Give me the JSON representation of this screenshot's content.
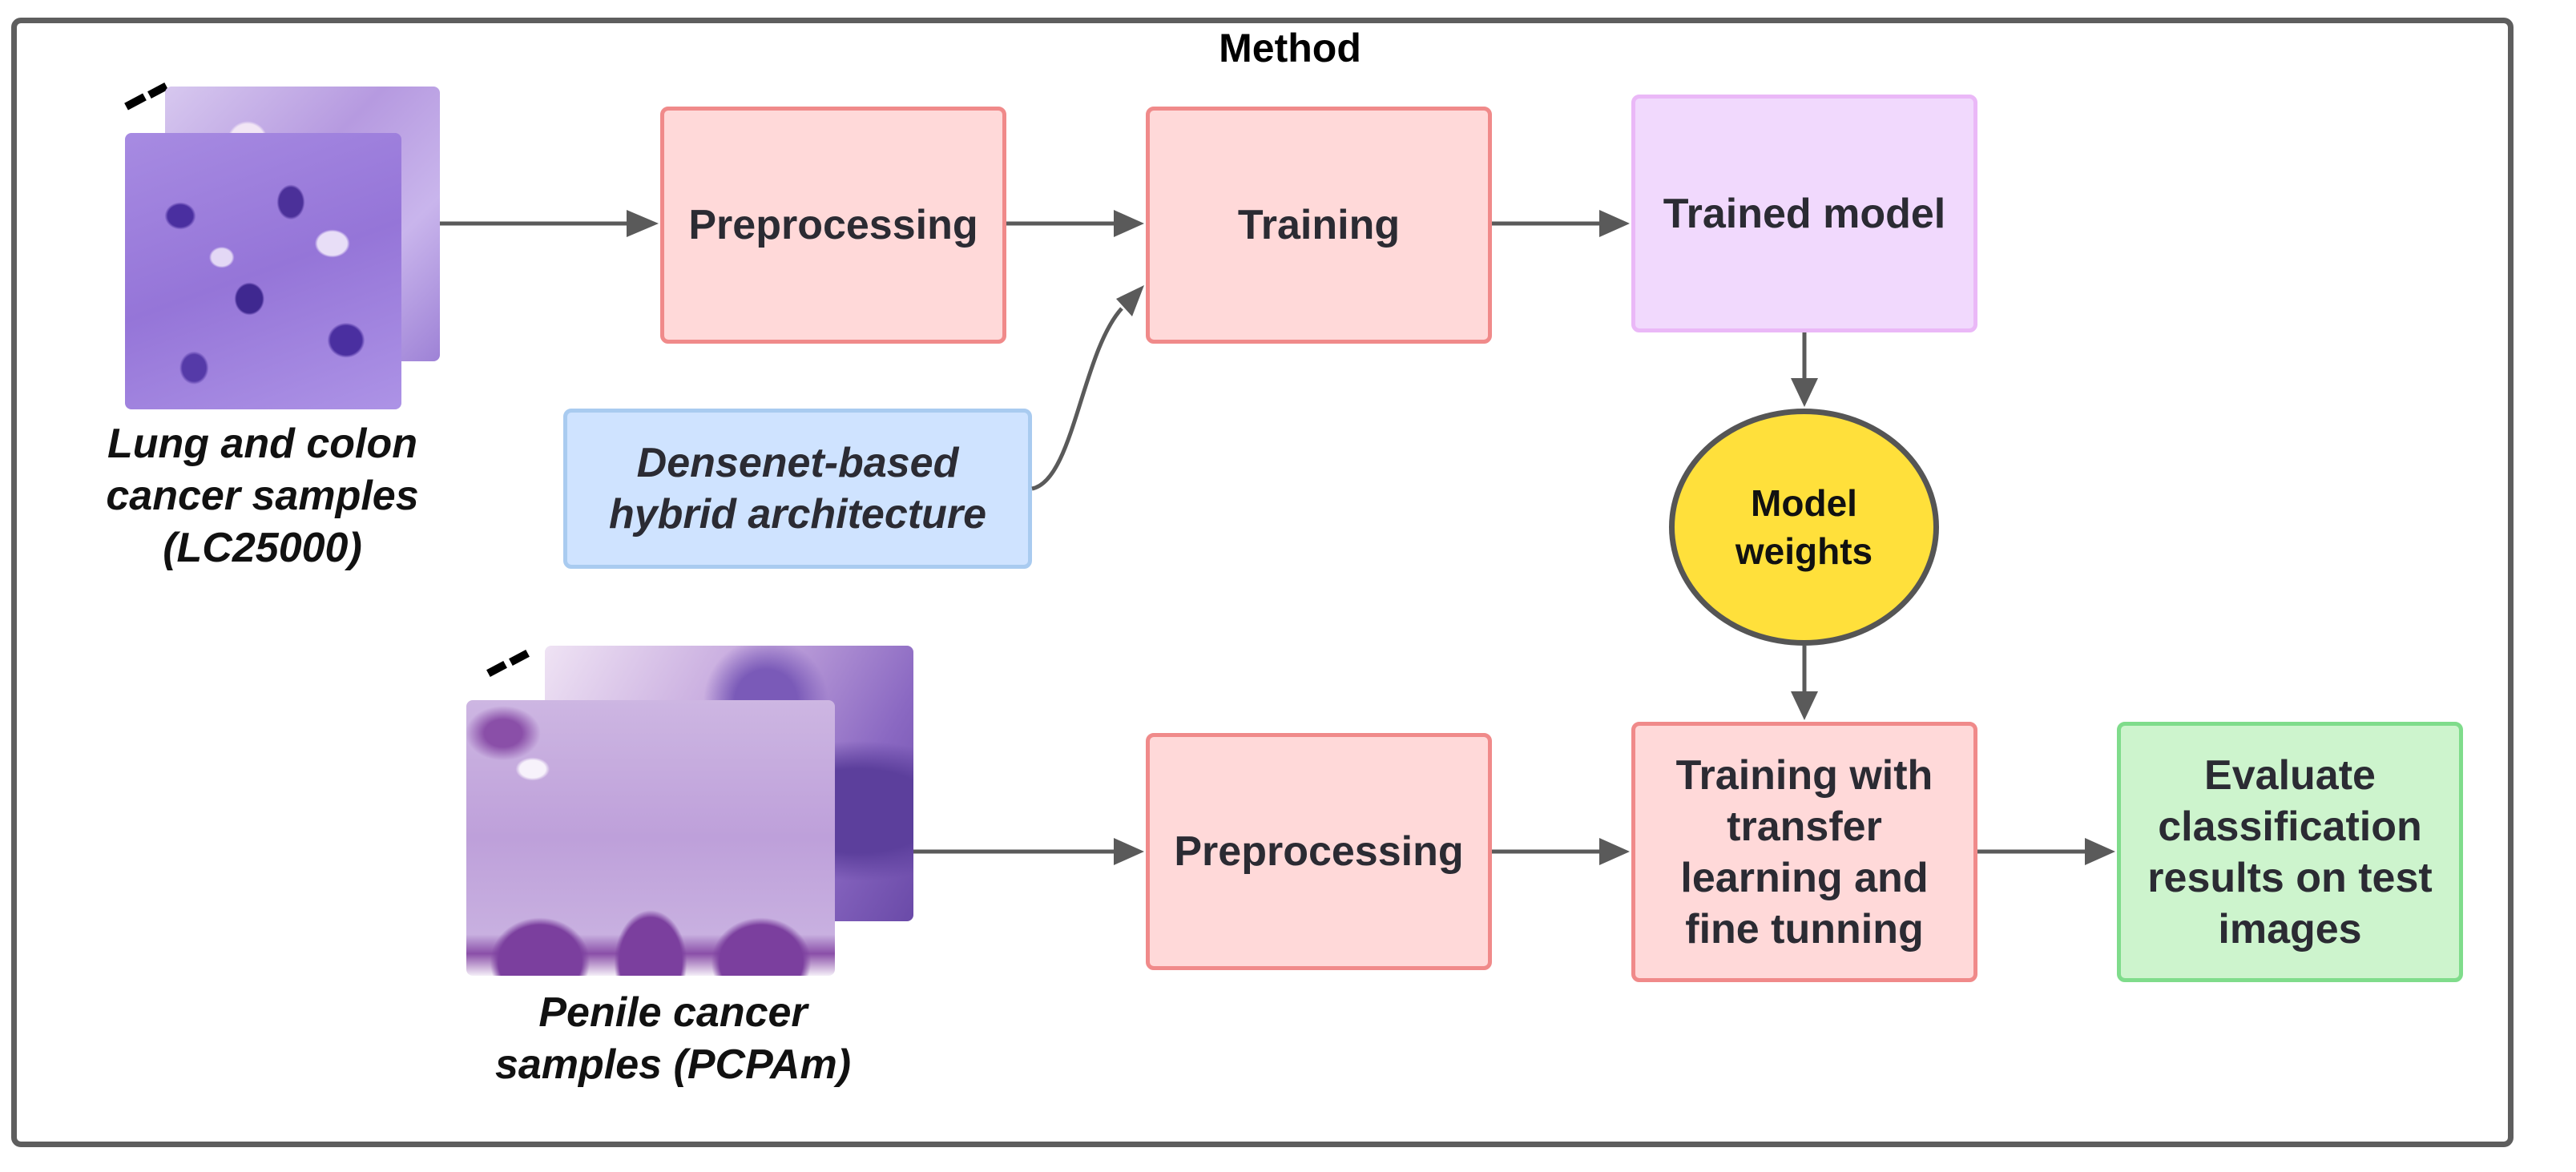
{
  "title": "Method",
  "nodes": {
    "preprocessing_top": "Preprocessing",
    "training": "Training",
    "trained_model": "Trained model",
    "densenet": "Densenet-based hybrid architecture",
    "model_weights": "Model weights",
    "preprocessing_bottom": "Preprocessing",
    "transfer_learning": "Training with transfer learning and fine tunning",
    "evaluate": "Evaluate classification results on test images"
  },
  "captions": {
    "lung_colon": "Lung and colon cancer samples (LC25000)",
    "penile": "Penile cancer samples (PCPAm)"
  },
  "colors": {
    "process_fill": "#ffd9d9",
    "model_fill": "#f1d9fd",
    "architecture_fill": "#cfe3ff",
    "weights_fill": "#ffe03b",
    "evaluate_fill": "#cdf4cd",
    "arrow": "#5a5a5a"
  }
}
